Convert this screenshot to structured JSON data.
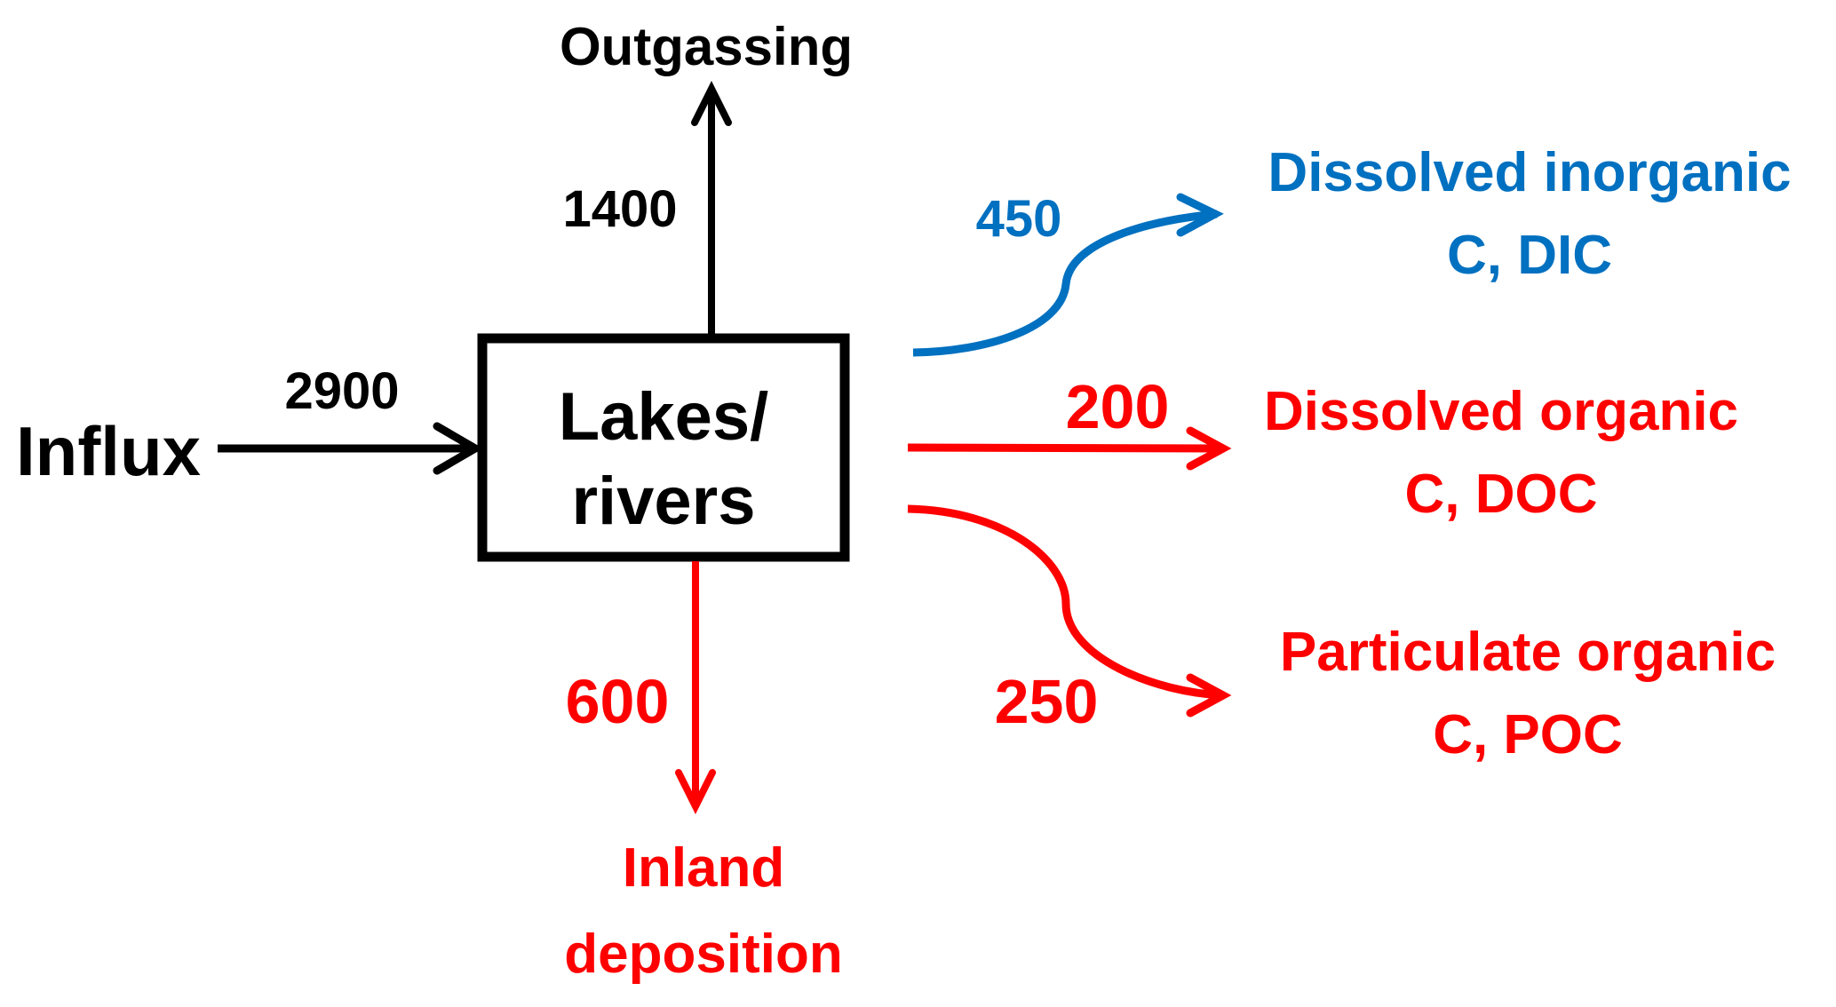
{
  "colors": {
    "black": "#000000",
    "red": "#ff0000",
    "blue": "#0070c0"
  },
  "center_box": {
    "line1": "Lakes/",
    "line2": "rivers"
  },
  "flows": {
    "influx": {
      "label": "Influx",
      "value": "2900",
      "color": "black"
    },
    "outgassing": {
      "label": "Outgassing",
      "value": "1400",
      "color": "black"
    },
    "dic": {
      "label_line1": "Dissolved inorganic",
      "label_line2": "C, DIC",
      "value": "450",
      "color": "blue"
    },
    "doc": {
      "label_line1": "Dissolved organic",
      "label_line2": "C, DOC",
      "value": "200",
      "color": "red"
    },
    "poc": {
      "label_line1": "Particulate organic",
      "label_line2": "C, POC",
      "value": "250",
      "color": "red"
    },
    "deposition": {
      "label_line1": "Inland",
      "label_line2": "deposition",
      "value": "600",
      "color": "red"
    }
  }
}
